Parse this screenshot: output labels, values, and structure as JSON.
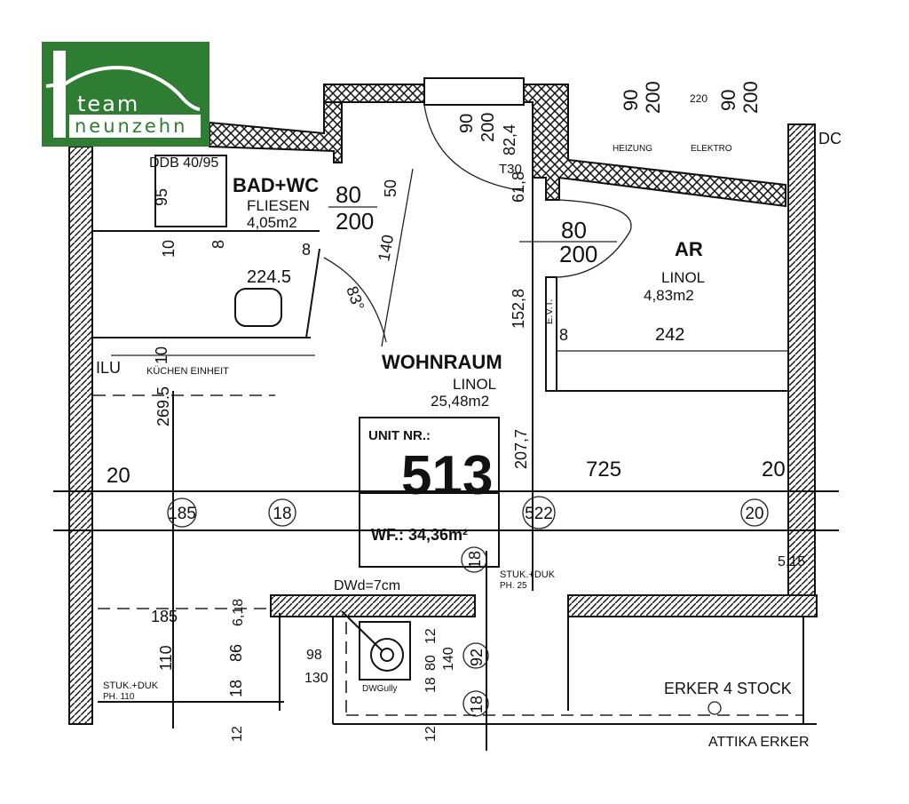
{
  "logo": {
    "line1": "team",
    "line2": "neunzehn",
    "color": "#2e7d32"
  },
  "unit": {
    "label": "UNIT NR.:",
    "number": "513",
    "area": "WF.: 34,36m²"
  },
  "rooms": {
    "bath": {
      "name": "BAD+WC",
      "floor": "FLIESEN",
      "area": "4,05m2"
    },
    "living": {
      "name": "WOHNRAUM",
      "floor": "LINOL",
      "area": "25,48m2"
    },
    "storage": {
      "name": "AR",
      "floor": "LINOL",
      "area": "4,83m2"
    }
  },
  "labels": {
    "kitchen": "KÜCHEN EINHEIT",
    "ilu": "ILU",
    "shower": "DDB 40/95",
    "heizung": "HEIZUNG",
    "elektro": "ELEKTRO",
    "erker": "ERKER 4 STOCK",
    "attika": "ATTIKA ERKER",
    "dwd": "DWd=7cm",
    "dwgully": "DWGully",
    "stuk1": "STUK.+DUK",
    "ph1": "PH. 110",
    "stuk2": "STUK.+DUK",
    "ph2": "PH. 25",
    "evt": "E.V.T.",
    "t30": "T30",
    "dc": "DC",
    "angle": "83°"
  },
  "dimensions": {
    "d95": "95",
    "d80a": "80",
    "d200a": "200",
    "d50": "50",
    "d140": "140",
    "d8a": "8",
    "d8b": "8",
    "d2245": "224.5",
    "d10a": "10",
    "d10b": "10",
    "d2695": "269.5",
    "d20a": "20",
    "d725": "725",
    "d20b": "20",
    "c185": "185",
    "c18a": "18",
    "c522": "522",
    "c20": "20",
    "c18b": "18",
    "c92": "92",
    "c18c": "18",
    "d90a": "90",
    "d200b": "200",
    "d824": "82,4",
    "d618": "61,8",
    "d80b": "80",
    "d200c": "200",
    "d1528": "152,8",
    "d2077": "207,7",
    "d8c": "8",
    "d242": "242",
    "d90b": "90",
    "d200d": "200",
    "d90c": "90",
    "d200e": "200",
    "d220": "220",
    "d185b": "185",
    "d110": "110",
    "d618b": "6,18",
    "d86": "86",
    "d18d": "18",
    "d98": "98",
    "d130": "130",
    "d12a": "12",
    "d80c": "80",
    "d140b": "140",
    "d18e": "18",
    "d12b": "12",
    "d12c": "12",
    "d515": "5,15"
  }
}
